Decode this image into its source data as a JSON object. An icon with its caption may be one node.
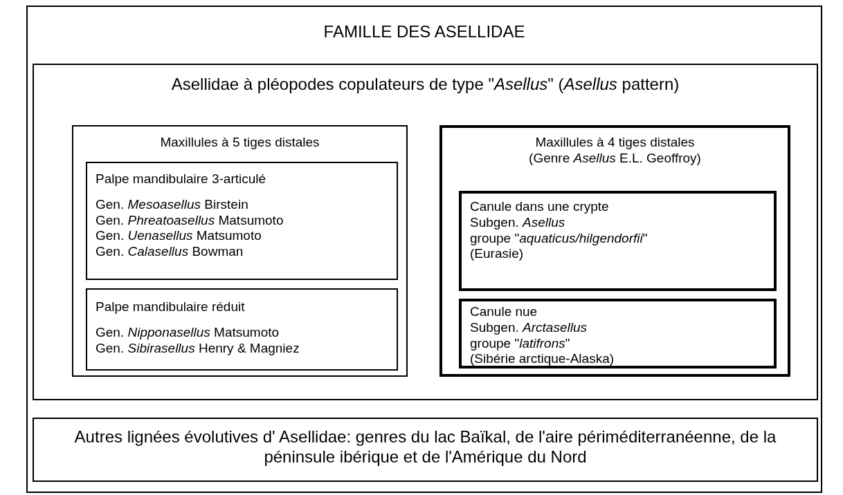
{
  "diagram": {
    "nodes": [
      {
        "text": [
          "FAMILLE DES ASELLIDAE"
        ]
      },
      {
        "text": [
          "Asellidae à pléopodes copulateurs de type \"*Asellus*\" (*Asellus* pattern)"
        ],
        "in": 0
      },
      {
        "text": [
          "Maxillules à 5 tiges distales"
        ],
        "in": 1
      },
      {
        "text": [
          "Palpe mandibulaire 3-articulé",
          "Gen. *Mesoasellus* Birstein",
          "Gen. *Phreatoasellus* Matsumoto",
          "Gen. *Uenasellus* Matsumoto",
          "Gen. *Calasellus* Bowman"
        ],
        "in": 2
      },
      {
        "text": [
          "Palpe mandibulaire réduit",
          "Gen. *Nipponasellus* Matsumoto",
          "Gen. *Sibirasellus* Henry & Magniez"
        ],
        "in": 2
      },
      {
        "text": [
          "Maxillules à 4 tiges distales",
          "(Genre *Asellus* E.L. Geoffroy)"
        ],
        "in": 1
      },
      {
        "text": [
          "Canule dans une crypte",
          "Subgen. *Asellus*",
          "groupe \"*aquaticus/hilgendorfii*\"",
          "(Eurasie)"
        ],
        "in": 5
      },
      {
        "text": [
          "Canule nue",
          "Subgen. *Arctasellus*",
          "groupe \"*latifrons*\"",
          "(Sibérie arctique-Alaska)"
        ],
        "in": 5
      },
      {
        "text": [
          "Autres lignées évolutives d' Asellidae: genres du lac Baïkal, de l'aire périméditerranéenne, de la péninsule ibérique et de l'Amérique du Nord"
        ],
        "in": 0
      }
    ]
  }
}
